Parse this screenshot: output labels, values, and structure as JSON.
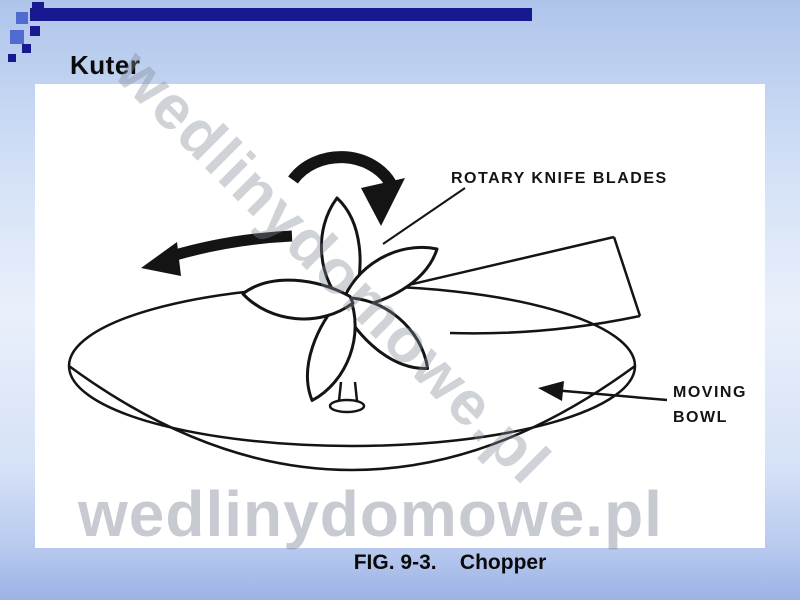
{
  "slide": {
    "title": "Kuter",
    "caption": "FIG. 9-3.    Chopper"
  },
  "figure": {
    "label_blades": "ROTARY KNIFE BLADES",
    "label_bowl_line1": "MOVING",
    "label_bowl_line2": "BOWL"
  },
  "watermarks": {
    "diagonal": "wedlinydomowe.pl",
    "bottom": "wedlinydomowe.pl"
  },
  "colors": {
    "navy": "#181890",
    "mid_blue": "#4f6bd0",
    "background_top": "#aec4ea",
    "background_bottom": "#9cb2e5",
    "panel": "#ffffff",
    "ink": "#141414",
    "watermark_gray": "#7a8291"
  }
}
